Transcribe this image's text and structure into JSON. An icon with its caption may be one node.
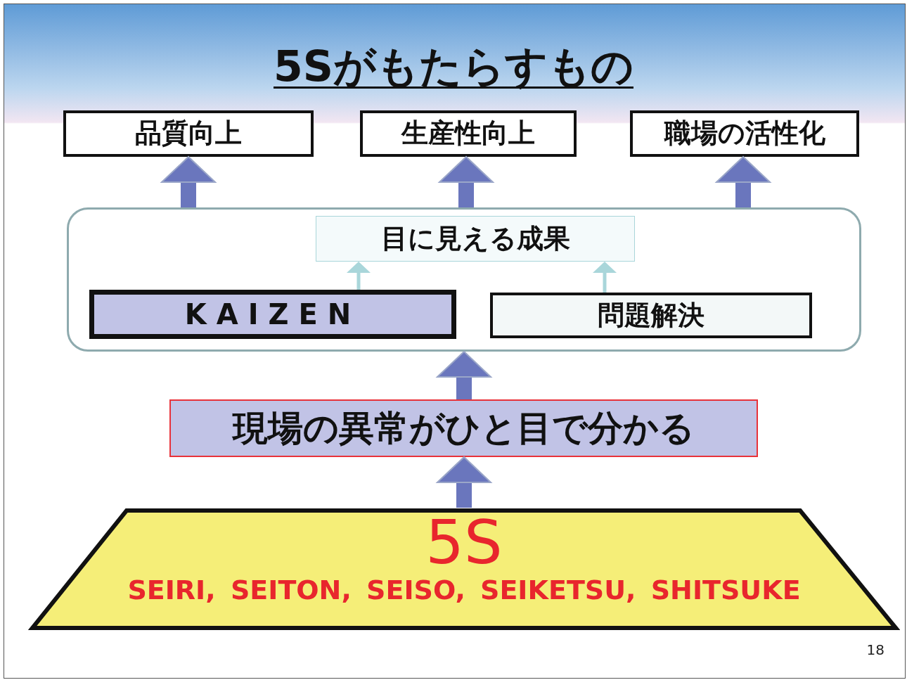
{
  "diagram": {
    "title": "5Sがもたらすもの",
    "nodes": [
      {
        "text": [
          "品質向上"
        ]
      },
      {
        "text": [
          "生産性向上"
        ]
      },
      {
        "text": [
          "職場の活性化"
        ]
      },
      {
        "text": [],
        "shape": "box"
      },
      {
        "text": [
          "目に見える成果"
        ],
        "in": 3
      },
      {
        "text": [
          "KAIZEN"
        ],
        "in": 3
      },
      {
        "text": [
          "問題解決"
        ],
        "in": 3
      },
      {
        "text": [
          "現場の異常がひと目で分かる"
        ]
      },
      {
        "text": [
          "5S",
          "SEIRI, SEITON, SEISO, SEIKETSU, SHITSUKE"
        ]
      }
    ],
    "edges": [
      {
        "from": 3,
        "to": 0,
        "arrow": "to"
      },
      {
        "from": 3,
        "to": 1,
        "arrow": "to"
      },
      {
        "from": 3,
        "to": 2,
        "arrow": "to"
      },
      {
        "from": 5,
        "to": 4,
        "arrow": "to",
        "color": "#a9d6da"
      },
      {
        "from": 6,
        "to": 4,
        "arrow": "to",
        "color": "#a9d6da"
      },
      {
        "from": 7,
        "to": 3,
        "arrow": "to"
      },
      {
        "from": 8,
        "to": 7,
        "arrow": "to"
      }
    ],
    "labels": [
      "18"
    ]
  }
}
